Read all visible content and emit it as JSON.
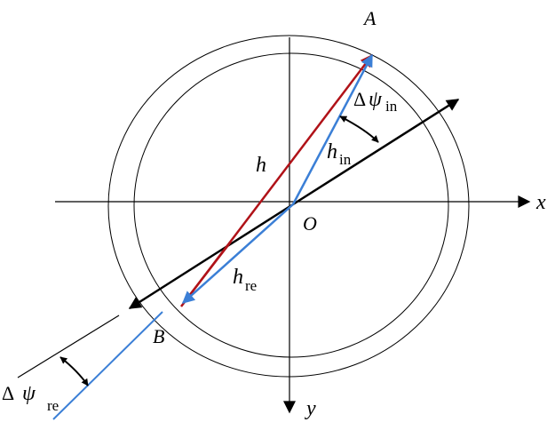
{
  "labels": {
    "A": "A",
    "B": "B",
    "O": "O",
    "x": "x",
    "y": "y",
    "h": "h",
    "h_in_main": "h",
    "h_in_sub": "in",
    "h_re_main": "h",
    "h_re_sub": "re",
    "dpsi_in_delta": "Δ",
    "dpsi_in_psi": "ψ",
    "dpsi_in_sub": "in",
    "dpsi_re_delta": "Δ",
    "dpsi_re_psi": "ψ",
    "dpsi_re_sub": "re"
  },
  "colors": {
    "axis": "#000000",
    "h_vector": "#b01218",
    "h_components": "#3b7fd6",
    "circle": "#000000"
  }
}
